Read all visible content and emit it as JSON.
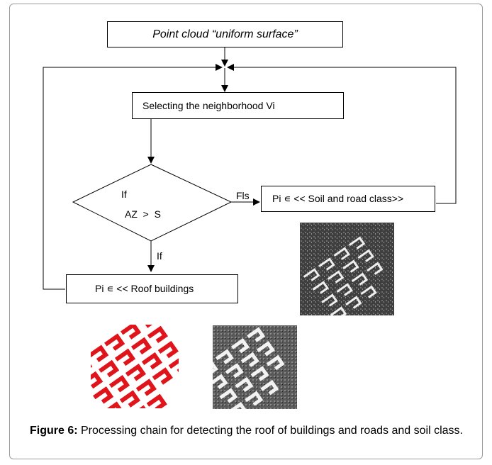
{
  "nodes": {
    "start": "Point cloud “uniform surface”",
    "neighborhood": "Selecting the neighborhood Vi",
    "condition_line1": "If",
    "condition_line2": "AZ  >  S",
    "soil_road": "Pi ∊ << Soil and road class>>",
    "roof": "Pi ∊ << Roof buildings"
  },
  "edge_labels": {
    "false_branch": "Fls",
    "true_branch": "If"
  },
  "caption": {
    "label": "Figure 6:",
    "text": " Processing chain for detecting the roof of buildings and roads and soil class."
  },
  "colors": {
    "roof_mask": "#e0141b",
    "frame": "#9a9a9a"
  }
}
